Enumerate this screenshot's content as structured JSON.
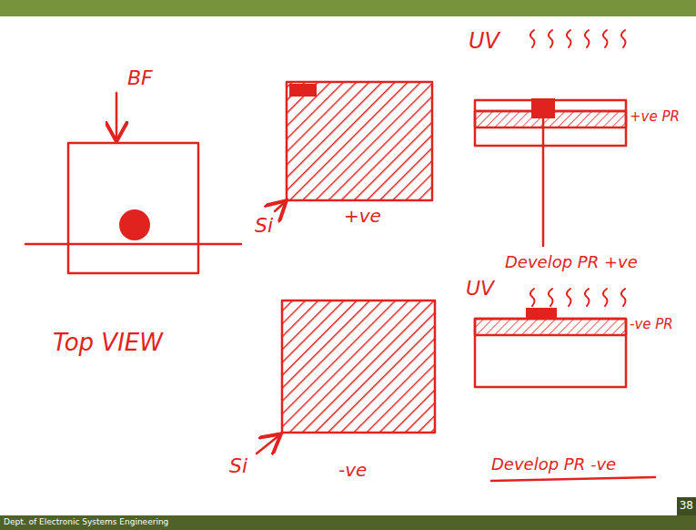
{
  "diagram": {
    "labels": [
      "BF",
      "Top VIEW",
      "Si",
      "+ve",
      "UV",
      "+ve PR",
      "Develop PR +ve",
      "Si",
      "-ve",
      "UV",
      "-ve PR",
      "Develop PR -ve",
      "Dept. of Electronic Systems Engineering",
      "38"
    ]
  }
}
